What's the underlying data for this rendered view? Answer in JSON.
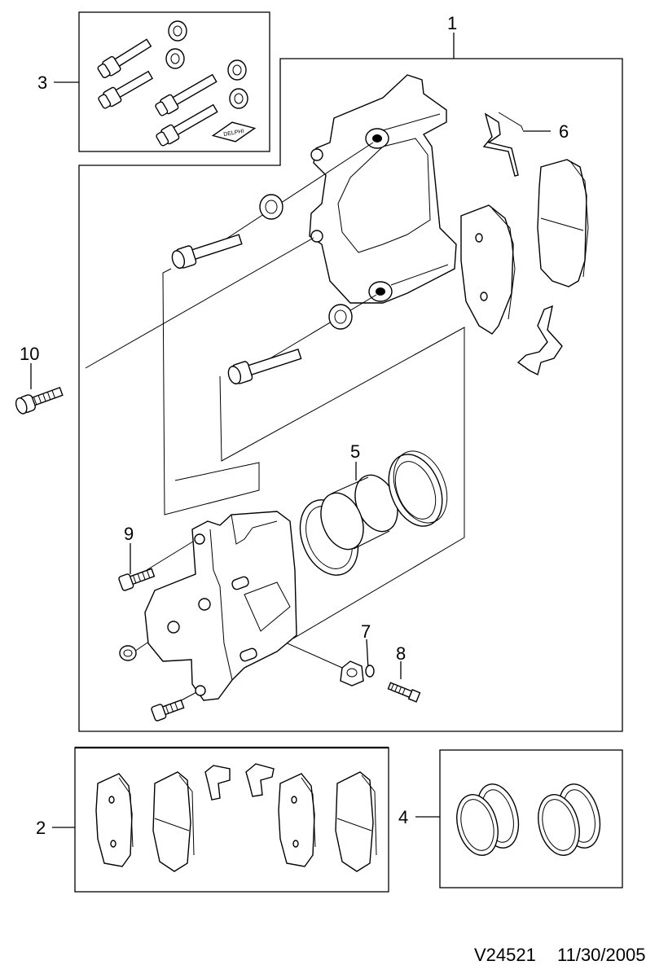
{
  "diagram": {
    "callouts": [
      {
        "id": "1",
        "label": "1"
      },
      {
        "id": "2",
        "label": "2"
      },
      {
        "id": "3",
        "label": "3"
      },
      {
        "id": "4",
        "label": "4"
      },
      {
        "id": "5",
        "label": "5"
      },
      {
        "id": "6",
        "label": "6"
      },
      {
        "id": "7",
        "label": "7"
      },
      {
        "id": "8",
        "label": "8"
      },
      {
        "id": "9",
        "label": "9"
      },
      {
        "id": "10",
        "label": "10"
      }
    ],
    "stamp_text": "DELPHI"
  },
  "footer": {
    "drawing_id": "V24521",
    "date": "11/30/2005"
  }
}
